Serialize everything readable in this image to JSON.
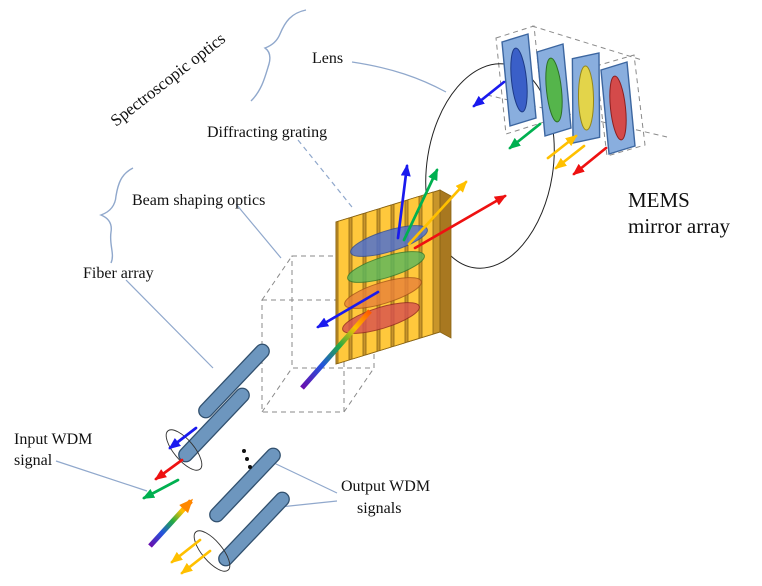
{
  "diagram": {
    "labels": {
      "spectroscopic_optics": "Spectroscopic optics",
      "lens": "Lens",
      "diffracting_grating": "Diffracting grating",
      "beam_shaping_optics": "Beam shaping optics",
      "fiber_array": "Fiber array",
      "input_wdm": {
        "line1": "Input WDM",
        "line2": "signal"
      },
      "output_wdm": {
        "line1": "Output WDM",
        "line2": "signals"
      },
      "mems": {
        "line1": "MEMS",
        "line2": "mirror array"
      }
    },
    "colors": {
      "ink": "#111111",
      "leader": "#90a8cc",
      "beam_blue": "#1a1aee",
      "beam_green": "#00b050",
      "beam_yellow": "#ffc000",
      "beam_red": "#ee1111",
      "fiber_fill": "#6d96be",
      "fiber_edge": "#31506e",
      "grating_fill": "#ffc83c",
      "grating_back": "#c8952a",
      "grating_edge": "#8a6414",
      "mirror_fill": "#89aede",
      "mirror_edge": "#3c66a0",
      "spot_blue": "#4a6fd4",
      "spot_green": "#5cb85c",
      "spot_orange": "#e8833a",
      "spot_red": "#d9534f",
      "rainbow": [
        "#6a0dad",
        "#2255dd",
        "#22aa44",
        "#ffc000",
        "#ff7700"
      ]
    }
  }
}
